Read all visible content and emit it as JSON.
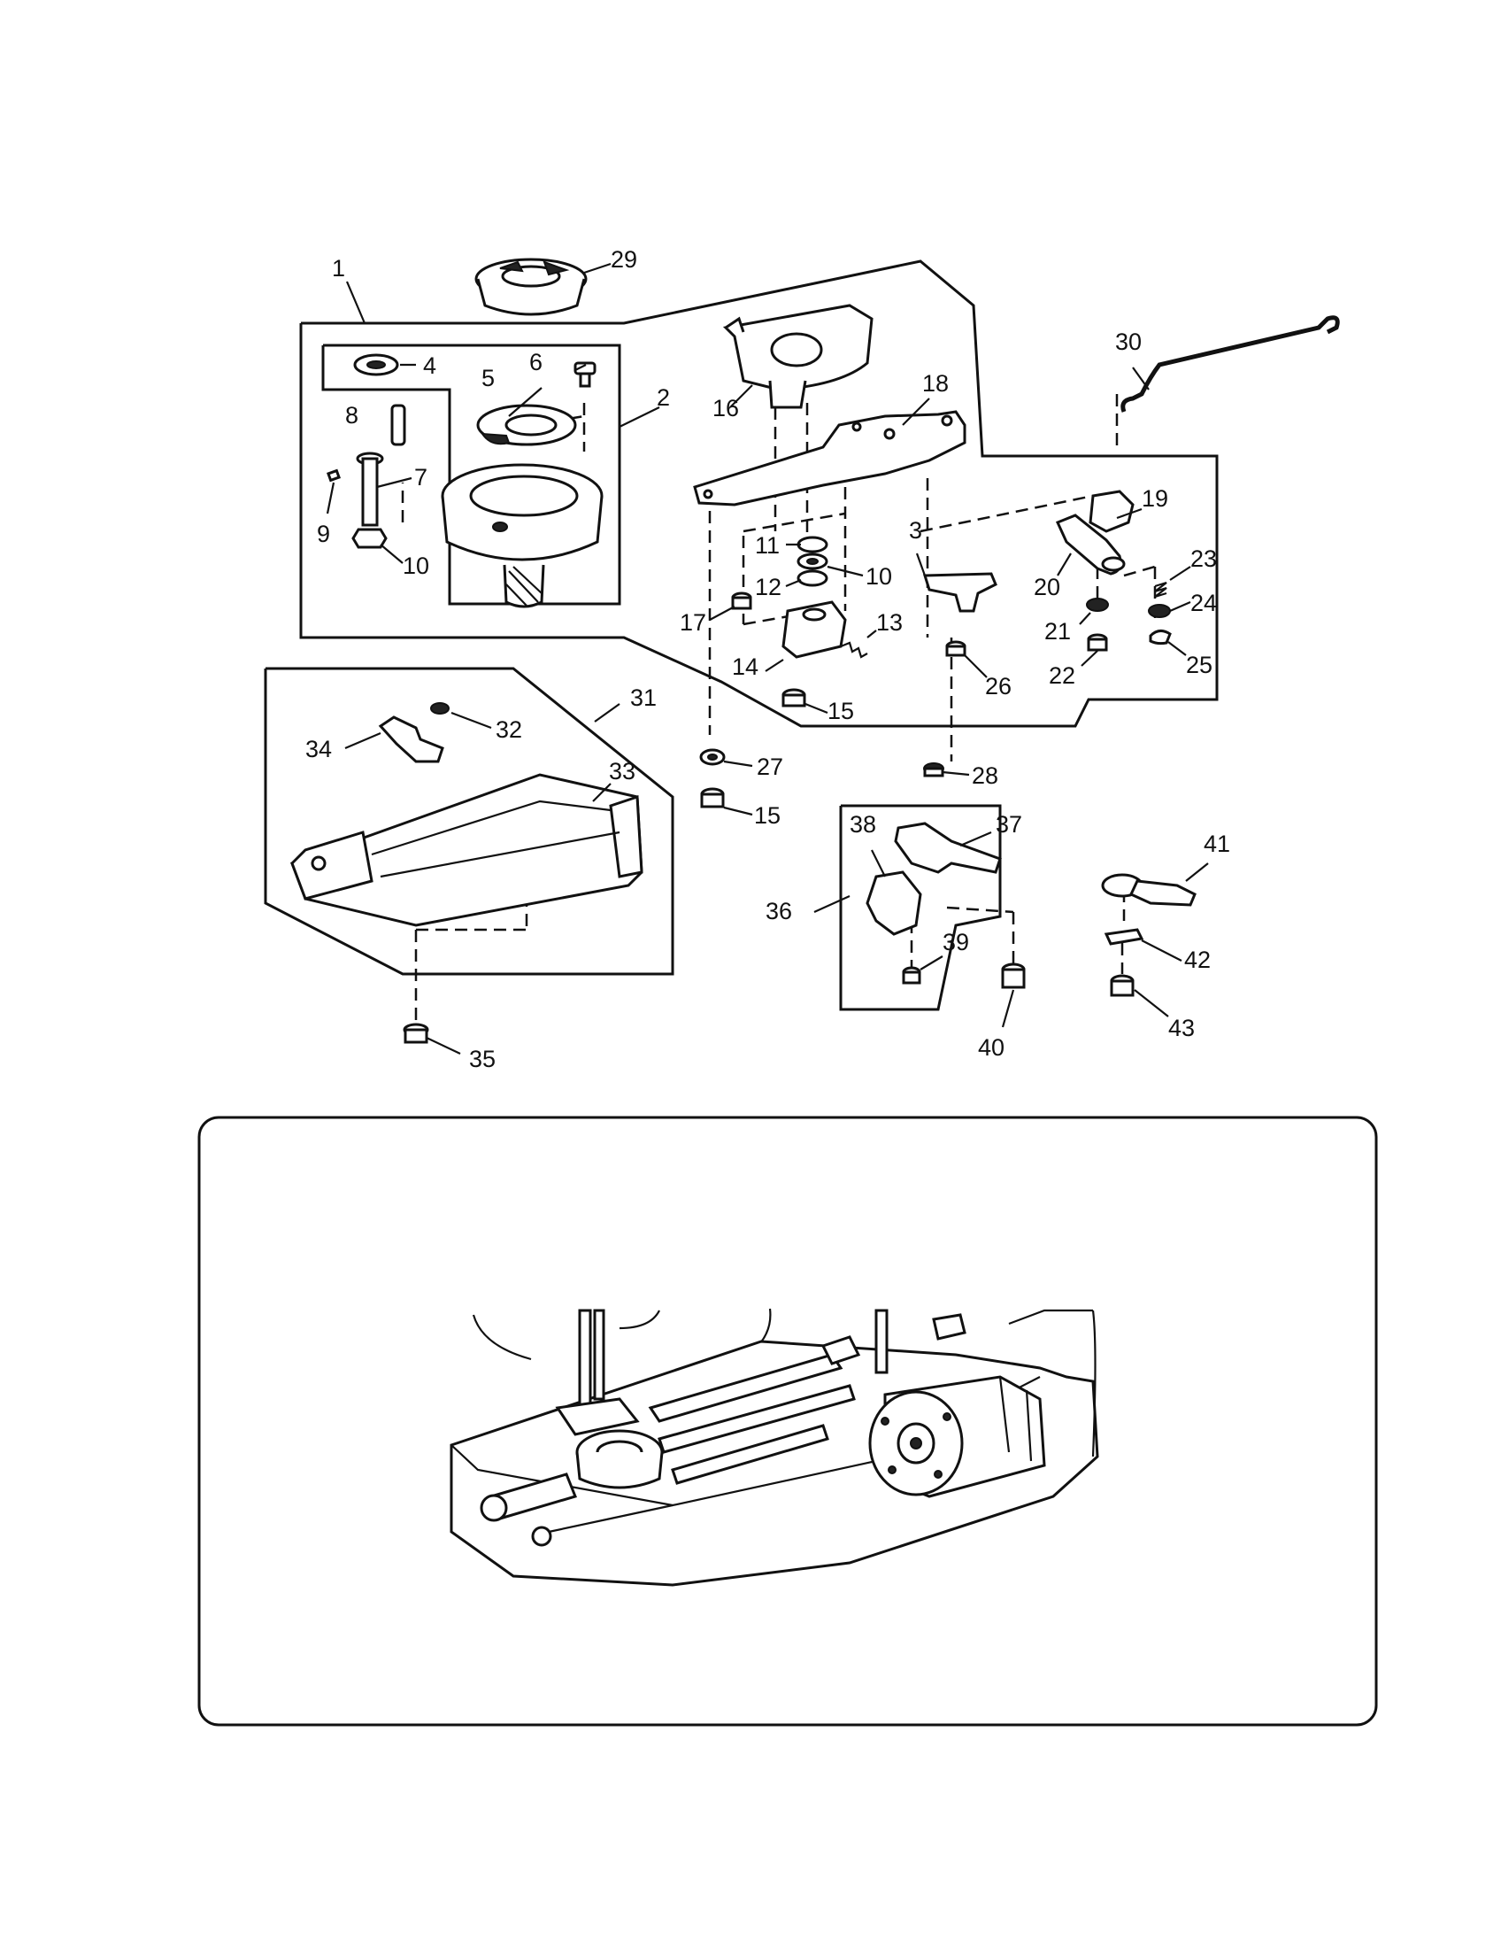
{
  "labels": [
    {
      "id": "1",
      "text": "1"
    },
    {
      "id": "2",
      "text": "2"
    },
    {
      "id": "3",
      "text": "3"
    },
    {
      "id": "4",
      "text": "4"
    },
    {
      "id": "5",
      "text": "5"
    },
    {
      "id": "6",
      "text": "6"
    },
    {
      "id": "7",
      "text": "7"
    },
    {
      "id": "8",
      "text": "8"
    },
    {
      "id": "9",
      "text": "9"
    },
    {
      "id": "10a",
      "text": "10"
    },
    {
      "id": "10b",
      "text": "10"
    },
    {
      "id": "11",
      "text": "11"
    },
    {
      "id": "12",
      "text": "12"
    },
    {
      "id": "13",
      "text": "13"
    },
    {
      "id": "14",
      "text": "14"
    },
    {
      "id": "15a",
      "text": "15"
    },
    {
      "id": "15b",
      "text": "15"
    },
    {
      "id": "16",
      "text": "16"
    },
    {
      "id": "17",
      "text": "17"
    },
    {
      "id": "18",
      "text": "18"
    },
    {
      "id": "19",
      "text": "19"
    },
    {
      "id": "20",
      "text": "20"
    },
    {
      "id": "21",
      "text": "21"
    },
    {
      "id": "22",
      "text": "22"
    },
    {
      "id": "23",
      "text": "23"
    },
    {
      "id": "24",
      "text": "24"
    },
    {
      "id": "25",
      "text": "25"
    },
    {
      "id": "26",
      "text": "26"
    },
    {
      "id": "27",
      "text": "27"
    },
    {
      "id": "28",
      "text": "28"
    },
    {
      "id": "29",
      "text": "29"
    },
    {
      "id": "30",
      "text": "30"
    },
    {
      "id": "31",
      "text": "31"
    },
    {
      "id": "32",
      "text": "32"
    },
    {
      "id": "33",
      "text": "33"
    },
    {
      "id": "34",
      "text": "34"
    },
    {
      "id": "35",
      "text": "35"
    },
    {
      "id": "36",
      "text": "36"
    },
    {
      "id": "37",
      "text": "37"
    },
    {
      "id": "38",
      "text": "38"
    },
    {
      "id": "39",
      "text": "39"
    },
    {
      "id": "40",
      "text": "40"
    },
    {
      "id": "41",
      "text": "41"
    },
    {
      "id": "42",
      "text": "42"
    },
    {
      "id": "43",
      "text": "43"
    }
  ]
}
